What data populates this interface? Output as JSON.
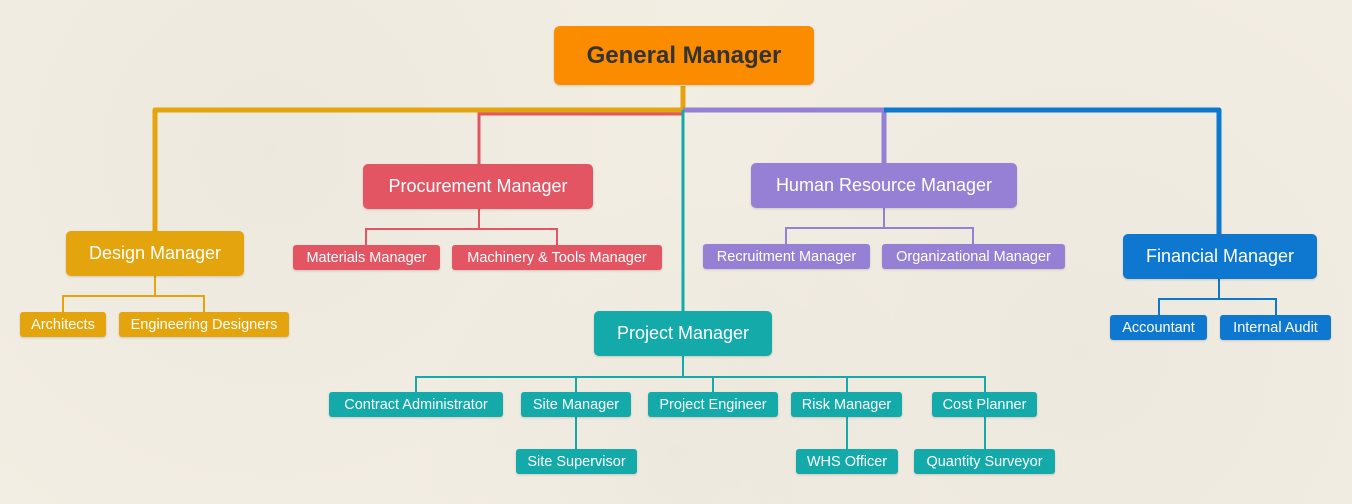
{
  "colors": {
    "orange": "#fb8c00",
    "gold": "#e3a40d",
    "red": "#e35563",
    "purple": "#9580d6",
    "blue": "#0e78d0",
    "teal": "#13aaa9"
  },
  "org": {
    "general_manager": "General Manager",
    "design": {
      "manager": "Design Manager",
      "architects": "Architects",
      "engineering_designers": "Engineering Designers"
    },
    "procurement": {
      "manager": "Procurement Manager",
      "materials": "Materials Manager",
      "machinery": "Machinery & Tools Manager"
    },
    "hr": {
      "manager": "Human Resource Manager",
      "recruitment": "Recruitment Manager",
      "organizational": "Organizational Manager"
    },
    "finance": {
      "manager": "Financial Manager",
      "accountant": "Accountant",
      "internal_audit": "Internal Audit"
    },
    "project": {
      "manager": "Project Manager",
      "contract_administrator": "Contract Administrator",
      "site_manager": "Site Manager",
      "project_engineer": "Project Engineer",
      "risk_manager": "Risk Manager",
      "cost_planner": "Cost Planner",
      "site_supervisor": "Site Supervisor",
      "whs_officer": "WHS Officer",
      "quantity_surveyor": "Quantity Surveyor"
    }
  }
}
